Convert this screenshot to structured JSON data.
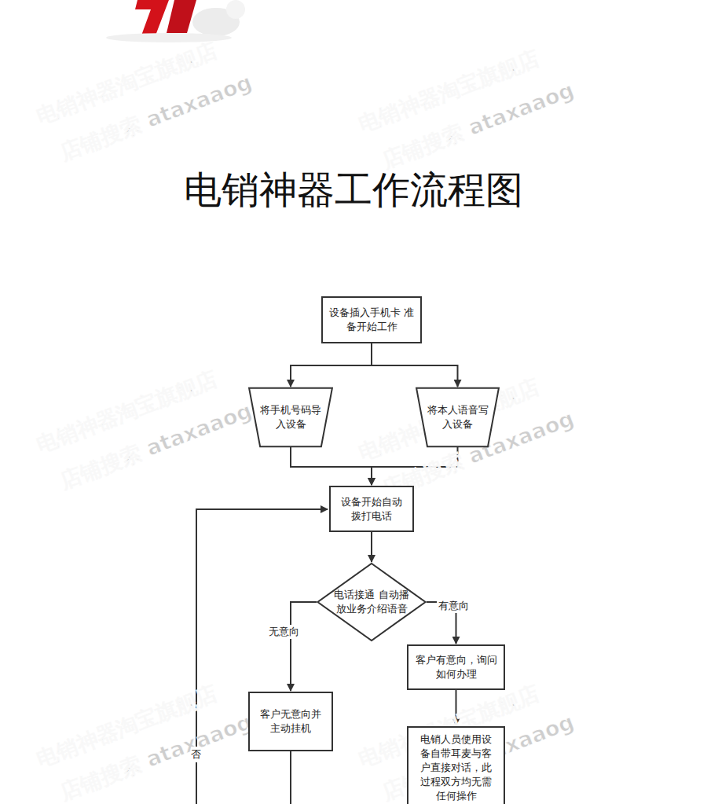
{
  "diagram": {
    "title": "电销神器工作流程图",
    "nodes": [
      {
        "text": [
          "设备插入手机卡 准备开始工作"
        ]
      },
      {
        "text": [
          "将手机号码导入设备"
        ]
      },
      {
        "text": [
          "将本人语音写入设备"
        ]
      },
      {
        "text": [
          "设备开始自动拨打电话"
        ]
      },
      {
        "text": [
          "电话接通 自动播放业务介绍语音"
        ]
      },
      {
        "text": [
          "客户有意向，询问如何办理"
        ]
      },
      {
        "text": [
          "客户无意向并主动挂机"
        ]
      },
      {
        "text": [
          "电销人员使用设备自带耳麦与客户直接对话，此过程双方均无需任何操作"
        ]
      }
    ],
    "edges": [
      {
        "from": 0,
        "to": 1,
        "arrow": "to"
      },
      {
        "from": 0,
        "to": 2,
        "arrow": "to"
      },
      {
        "from": 1,
        "to": 3,
        "arrow": "to"
      },
      {
        "from": 2,
        "to": 3,
        "arrow": "to"
      },
      {
        "from": 3,
        "to": 4,
        "arrow": "to"
      },
      {
        "from": 4,
        "to": 6,
        "label": "无意向",
        "arrow": "to"
      },
      {
        "from": 4,
        "to": 5,
        "label": "有意向",
        "arrow": "to"
      },
      {
        "from": 5,
        "to": 7,
        "arrow": "to"
      }
    ],
    "labels": [
      "电销神器淘宝旗舰店",
      "店铺搜索 ataxaaog",
      "电销神器淘宝旗舰店",
      "店铺搜索 ataxaaog",
      "电销神器淘宝旗舰店",
      "店铺搜索 ataxaaog",
      "电销神器淘宝旗舰店",
      "店铺搜索 ataxaaog",
      "电销神器淘宝旗舰店",
      "店铺搜索 ataxaaog",
      "电销神器淘宝旗舰店",
      "店铺搜索 ataxaaog",
      "否"
    ]
  }
}
